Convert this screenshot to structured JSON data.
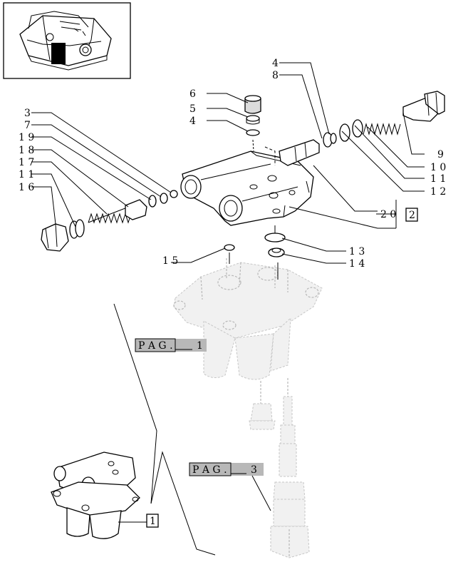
{
  "callouts": [
    {
      "id": "c6",
      "text": "6"
    },
    {
      "id": "c5",
      "text": "5"
    },
    {
      "id": "c4a",
      "text": "4"
    },
    {
      "id": "c3",
      "text": "3"
    },
    {
      "id": "c7",
      "text": "7"
    },
    {
      "id": "c19",
      "text": "1 9"
    },
    {
      "id": "c18",
      "text": "1 8"
    },
    {
      "id": "c17",
      "text": "1 7"
    },
    {
      "id": "c11a",
      "text": "1 1"
    },
    {
      "id": "c16",
      "text": "1 6"
    },
    {
      "id": "c4b",
      "text": "4"
    },
    {
      "id": "c8",
      "text": "8"
    },
    {
      "id": "c9",
      "text": "9"
    },
    {
      "id": "c10",
      "text": "1 0"
    },
    {
      "id": "c11b",
      "text": "1 1"
    },
    {
      "id": "c12",
      "text": "1 2"
    },
    {
      "id": "c20",
      "text": "2 0"
    },
    {
      "id": "c13",
      "text": "1 3"
    },
    {
      "id": "c14",
      "text": "1 4"
    },
    {
      "id": "c15",
      "text": "1 5"
    }
  ],
  "boxes": {
    "ref2": "2",
    "ref1": "1"
  },
  "page_refs": {
    "pag1": {
      "label": "P A G .",
      "num": "1"
    },
    "pag3": {
      "label": "P A G .",
      "num": "3"
    }
  }
}
